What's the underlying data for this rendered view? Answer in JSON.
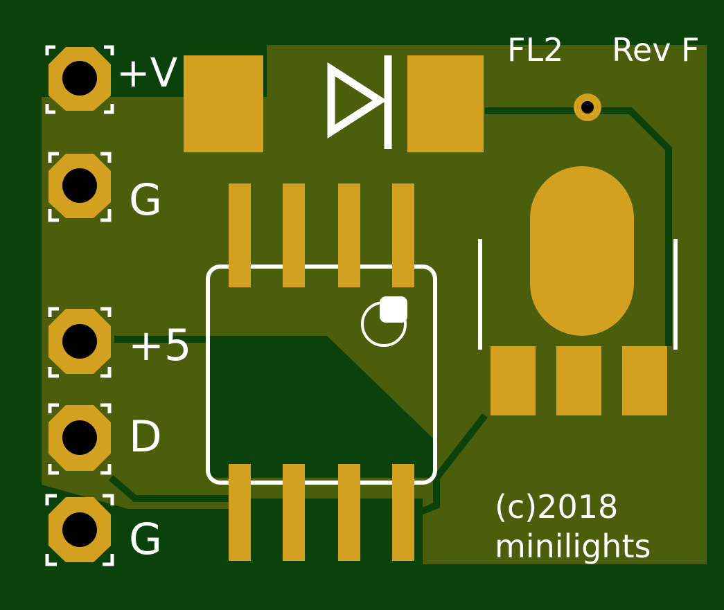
{
  "board": {
    "name": "FL2",
    "revision": "Rev F",
    "copyright": "(c)2018",
    "maker": "minilights"
  },
  "pads": [
    {
      "id": "pad-vplus",
      "label": "+V"
    },
    {
      "id": "pad-gnd-1",
      "label": "G"
    },
    {
      "id": "pad-5v",
      "label": "+5"
    },
    {
      "id": "pad-data",
      "label": "D"
    },
    {
      "id": "pad-gnd-2",
      "label": "G"
    }
  ],
  "colors": {
    "board": "#0b420b",
    "copper_pour": "#4b5e0c",
    "pad": "#d4a020",
    "hole": "#000000",
    "silkscreen": "#ffffff"
  }
}
